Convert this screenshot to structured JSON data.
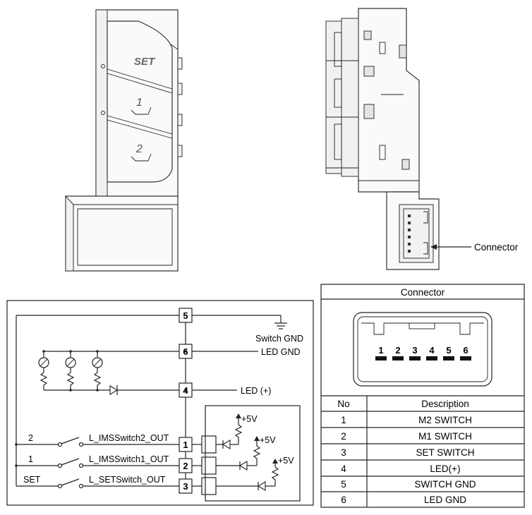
{
  "front_view": {
    "buttons": [
      {
        "label": "SET"
      },
      {
        "label": "1"
      },
      {
        "label": "2"
      }
    ]
  },
  "rear_view": {
    "connector_callout": "Connector"
  },
  "schematic": {
    "pins": [
      "5",
      "6",
      "4",
      "1",
      "2",
      "3"
    ],
    "labels": {
      "switch_gnd": "Switch GND",
      "led_gnd": "LED GND",
      "led_plus": "LED (+)",
      "switch2_out": "L_IMSSwitch2_OUT",
      "switch1_out": "L_IMSSwitch1_OUT",
      "set_out": "L_SETSwitch_OUT",
      "sw2": "2",
      "sw1": "1",
      "sw_set": "SET",
      "vcc": "+5V"
    }
  },
  "connector_table": {
    "title": "Connector",
    "pin_numbers": [
      "1",
      "2",
      "3",
      "4",
      "5",
      "6"
    ],
    "headers": {
      "no": "No",
      "description": "Description"
    },
    "rows": [
      {
        "no": "1",
        "description": "M2 SWITCH"
      },
      {
        "no": "2",
        "description": "M1 SWITCH"
      },
      {
        "no": "3",
        "description": "SET SWITCH"
      },
      {
        "no": "4",
        "description": "LED(+)"
      },
      {
        "no": "5",
        "description": "SWITCH GND"
      },
      {
        "no": "6",
        "description": "LED GND"
      }
    ]
  }
}
